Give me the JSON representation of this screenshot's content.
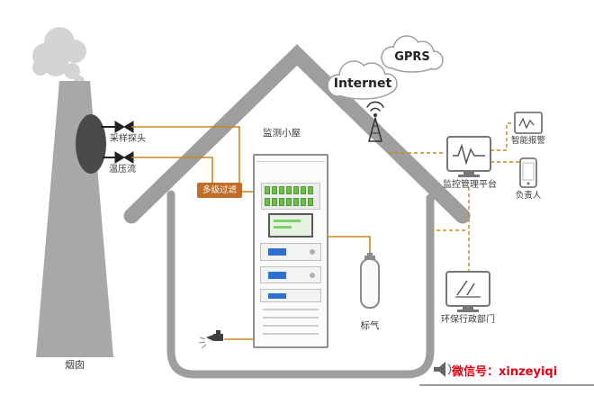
{
  "colors": {
    "accent_line": "#c8881f",
    "house_gray": "#9e9e9e",
    "filter_bg": "#bf6d28",
    "wechat_red": "#e60012"
  },
  "nodes": {
    "chimney": {
      "label": "烟囱"
    },
    "probe": {
      "label": "采样探头"
    },
    "tpf": {
      "label": "温压流"
    },
    "filter": {
      "label": "多级过滤"
    },
    "shed": {
      "label": "监测小屋"
    },
    "gas": {
      "label": "标气"
    },
    "gprs": {
      "label": "GPRS"
    },
    "internet": {
      "label": "Internet"
    },
    "platform": {
      "label": "监控管理平台"
    },
    "alarm": {
      "label": "智能报警"
    },
    "person": {
      "label": "负责人"
    },
    "epa": {
      "label": "环保行政部门"
    }
  },
  "footer": {
    "wechat": "微信号：xinzeyiqi"
  }
}
